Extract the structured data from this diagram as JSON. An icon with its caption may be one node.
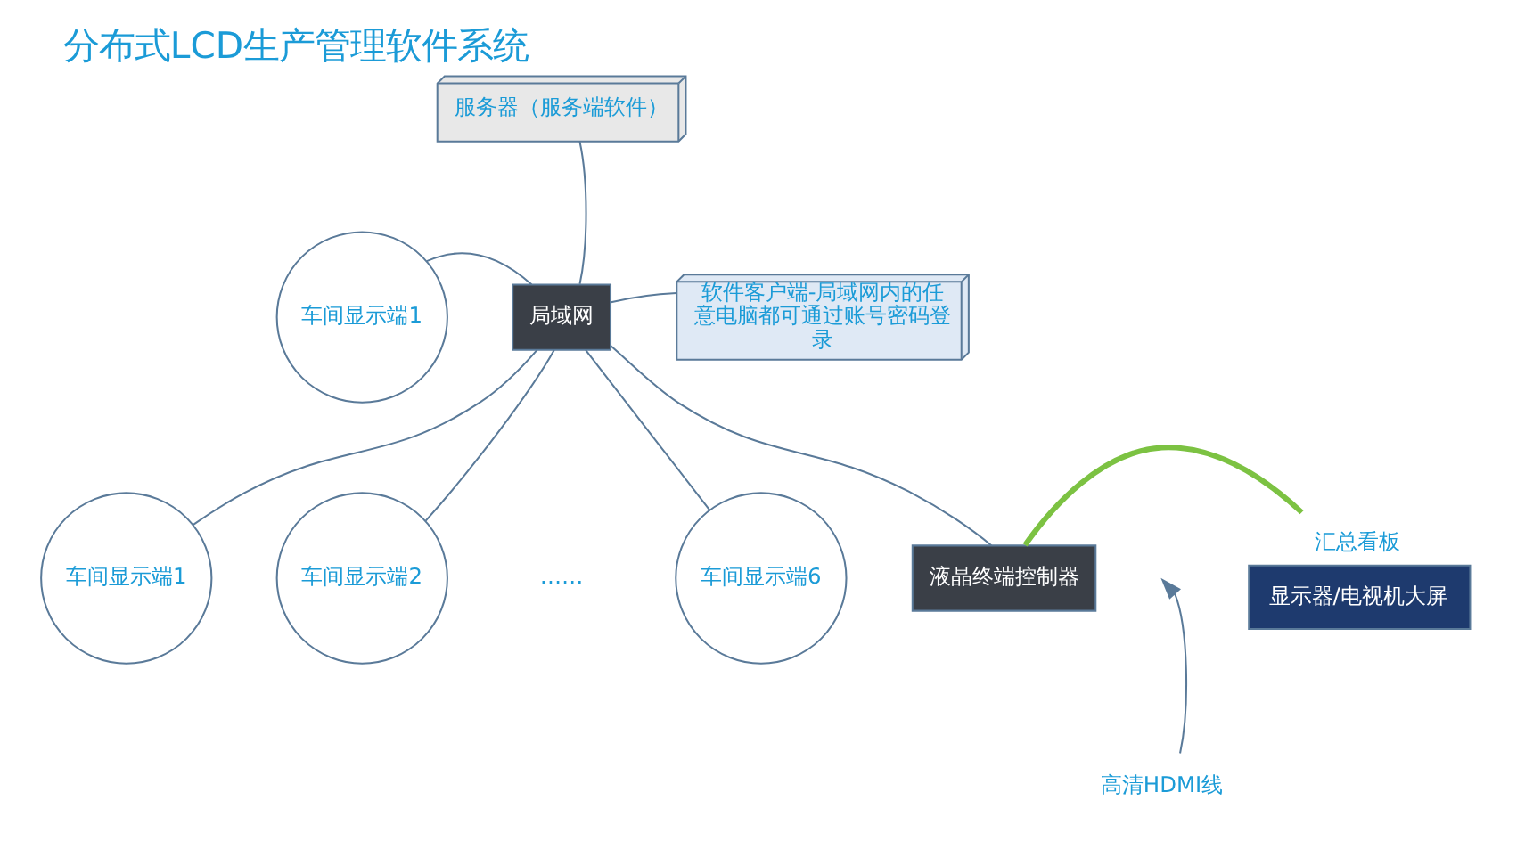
{
  "diagram": {
    "title": "分布式LCD生产管理软件系统",
    "nodes": [
      {
        "text": [
          "服务器（服务端软件）"
        ]
      },
      {
        "text": [
          "局域网"
        ]
      },
      {
        "text": [
          "车间显示端1"
        ]
      },
      {
        "text": [
          "软件客户端-局域网内的任意电脑都可通过账号密码登录"
        ]
      },
      {
        "text": [
          "车间显示端1"
        ]
      },
      {
        "text": [
          "车间显示端2"
        ]
      },
      {
        "text": [
          "车间显示端6"
        ]
      },
      {
        "text": [
          "液晶终端控制器"
        ]
      },
      {
        "text": [
          "显示器/电视机大屏"
        ],
        "beside": [
          "汇总看板"
        ]
      },
      {
        "text": [
          "高清HDMI线"
        ]
      }
    ],
    "edges": [
      {
        "from": 0,
        "to": 1,
        "arrow": "none"
      },
      {
        "from": 2,
        "to": 1,
        "arrow": "none"
      },
      {
        "from": 3,
        "to": 1,
        "arrow": "none"
      },
      {
        "from": 4,
        "to": 1,
        "arrow": "none"
      },
      {
        "from": 5,
        "to": 1,
        "arrow": "none"
      },
      {
        "from": 6,
        "to": 1,
        "arrow": "none"
      },
      {
        "from": 7,
        "to": 1,
        "arrow": "none"
      },
      {
        "from": 7,
        "to": 8,
        "arrow": "none",
        "style": "thick",
        "color": "#7cc242"
      },
      {
        "from": 9,
        "to": null,
        "arrow": "to"
      }
    ],
    "labels": [
      "……"
    ]
  }
}
